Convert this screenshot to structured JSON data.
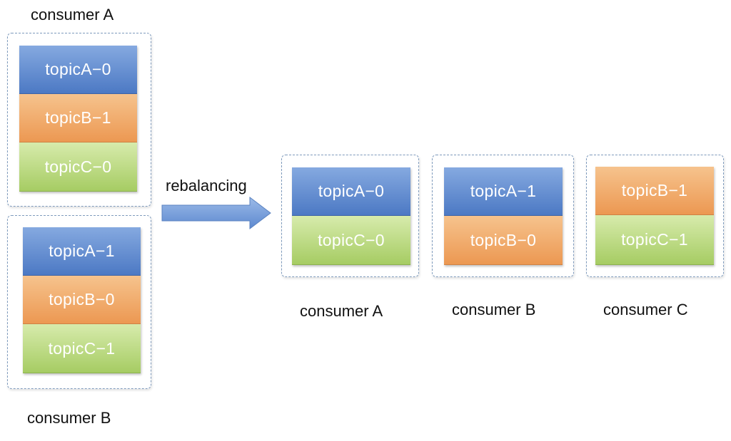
{
  "before": {
    "consumer_a": {
      "label": "consumer A",
      "partitions": [
        "topicA−0",
        "topicB−1",
        "topicC−0"
      ]
    },
    "consumer_b": {
      "label": "consumer B",
      "partitions": [
        "topicA−1",
        "topicB−0",
        "topicC−1"
      ]
    }
  },
  "transition": {
    "label": "rebalancing"
  },
  "after": {
    "consumer_a": {
      "label": "consumer A",
      "partitions": [
        "topicA−0",
        "topicC−0"
      ]
    },
    "consumer_b": {
      "label": "consumer B",
      "partitions": [
        "topicA−1",
        "topicB−0"
      ]
    },
    "consumer_c": {
      "label": "consumer C",
      "partitions": [
        "topicB−1",
        "topicC−1"
      ]
    }
  },
  "colors": {
    "topicA": "#5b86cf",
    "topicB": "#f0a866",
    "topicC": "#b9d87f",
    "arrow": "#6f9bd8"
  }
}
